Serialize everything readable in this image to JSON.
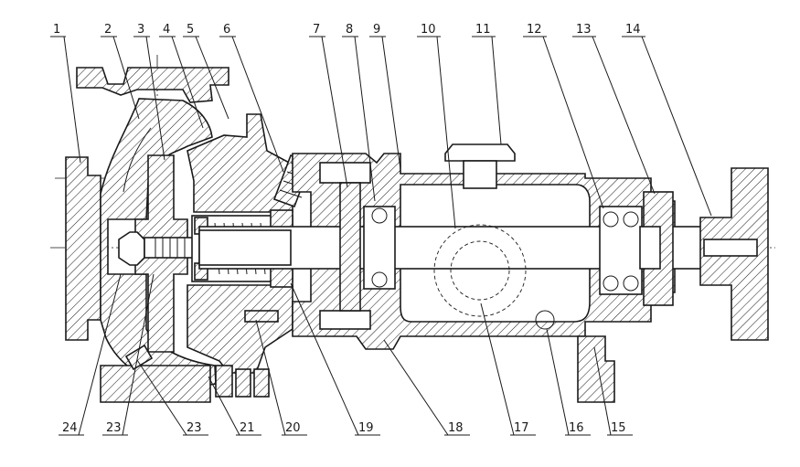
{
  "colors": {
    "ink": "#1a1a1a",
    "paper": "#ffffff"
  },
  "top_labels": [
    "1",
    "2",
    "3",
    "4",
    "5",
    "6",
    "7",
    "8",
    "9",
    "10",
    "11",
    "12",
    "13",
    "14"
  ],
  "bottom_labels": [
    "24",
    "23",
    "23",
    "21",
    "20",
    "19",
    "18",
    "17",
    "16",
    "15"
  ]
}
